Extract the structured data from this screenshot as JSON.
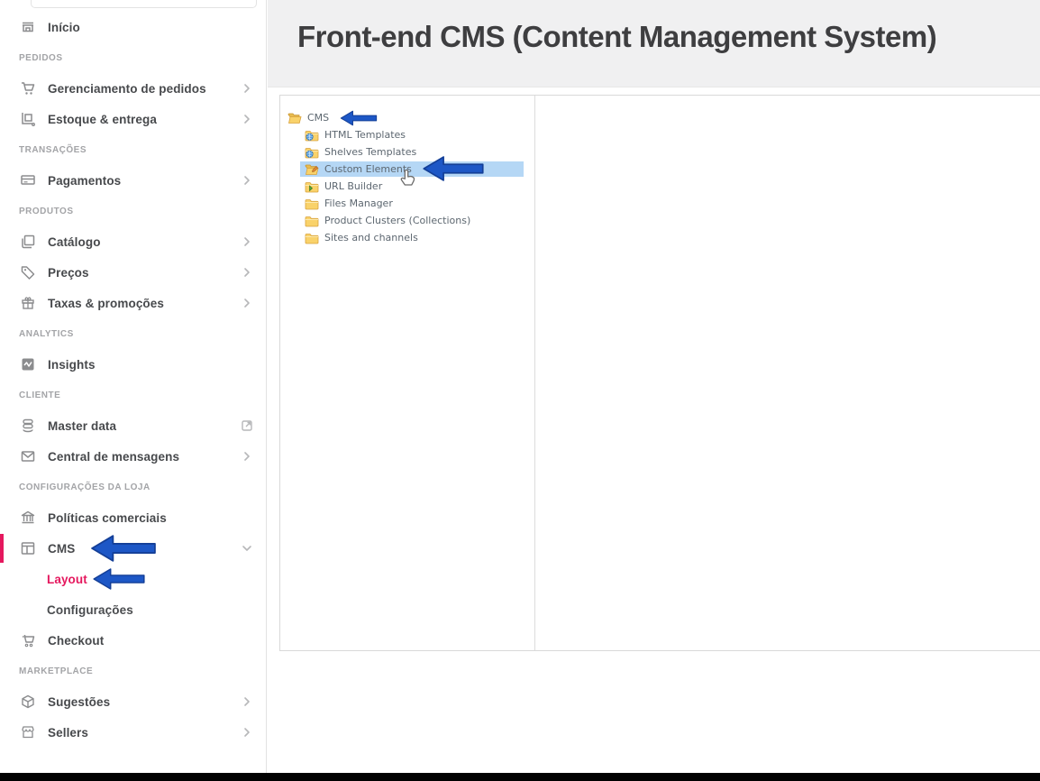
{
  "app": {
    "title": "Front-end CMS (Content Management System)"
  },
  "colors": {
    "accent_pink": "#e5185e",
    "arrow_blue": "#1d57c6",
    "tree_highlight": "#b5d7f5",
    "folder_yellow": "#f7cf63",
    "header_band": "#f0f0f1"
  },
  "sidebar": {
    "rows": [
      {
        "type": "item",
        "label": "Início",
        "icon": "storefront-icon"
      },
      {
        "type": "section",
        "label": "PEDIDOS"
      },
      {
        "type": "item",
        "label": "Gerenciamento de pedidos",
        "icon": "cart-icon",
        "chevron": "right"
      },
      {
        "type": "item",
        "label": "Estoque & entrega",
        "icon": "logistics-icon",
        "chevron": "right"
      },
      {
        "type": "section",
        "label": "TRANSAÇÕES"
      },
      {
        "type": "item",
        "label": "Pagamentos",
        "icon": "card-icon",
        "chevron": "right"
      },
      {
        "type": "section",
        "label": "PRODUTOS"
      },
      {
        "type": "item",
        "label": "Catálogo",
        "icon": "catalog-icon",
        "chevron": "right"
      },
      {
        "type": "item",
        "label": "Preços",
        "icon": "tag-icon",
        "chevron": "right"
      },
      {
        "type": "item",
        "label": "Taxas & promoções",
        "icon": "gift-icon",
        "chevron": "right"
      },
      {
        "type": "section",
        "label": "ANALYTICS"
      },
      {
        "type": "item",
        "label": "Insights",
        "icon": "insights-icon"
      },
      {
        "type": "section",
        "label": "CLIENTE"
      },
      {
        "type": "item",
        "label": "Master data",
        "icon": "database-icon",
        "chevron": "external"
      },
      {
        "type": "item",
        "label": "Central de mensagens",
        "icon": "envelope-icon",
        "chevron": "right"
      },
      {
        "type": "section",
        "label": "CONFIGURAÇÕES DA LOJA"
      },
      {
        "type": "item",
        "label": "Políticas comerciais",
        "icon": "bank-icon"
      },
      {
        "type": "item",
        "label": "CMS",
        "icon": "cms-icon",
        "chevron": "down",
        "active": true,
        "annotation": "blue-arrow"
      },
      {
        "type": "subitem",
        "label": "Layout",
        "active": true,
        "annotation": "blue-arrow"
      },
      {
        "type": "subitem",
        "label": "Configurações"
      },
      {
        "type": "item",
        "label": "Checkout",
        "icon": "checkout-cart-icon"
      },
      {
        "type": "section",
        "label": "MARKETPLACE"
      },
      {
        "type": "item",
        "label": "Sugestões",
        "icon": "cube-icon",
        "chevron": "right"
      },
      {
        "type": "item",
        "label": "Sellers",
        "icon": "store-icon",
        "chevron": "right"
      }
    ]
  },
  "main": {
    "title": "Front-end CMS (Content Management System)",
    "tree": {
      "rows": [
        {
          "label": "CMS",
          "icon": "folder-open-icon",
          "level": 0,
          "annotation": "blue-arrow"
        },
        {
          "label": "HTML Templates",
          "icon": "folder-globe-icon",
          "level": 1
        },
        {
          "label": "Shelves Templates",
          "icon": "folder-globe-icon",
          "level": 1
        },
        {
          "label": "Custom Elements",
          "icon": "folder-edit-icon",
          "level": 1,
          "selected": true,
          "annotation": "blue-arrow-large",
          "cursor": "hand-pointer"
        },
        {
          "label": "URL Builder",
          "icon": "folder-plus-icon",
          "level": 1
        },
        {
          "label": "Files Manager",
          "icon": "folder-icon",
          "level": 1
        },
        {
          "label": "Product Clusters (Collections)",
          "icon": "folder-icon",
          "level": 1
        },
        {
          "label": "Sites and channels",
          "icon": "folder-icon",
          "level": 1
        }
      ]
    }
  }
}
